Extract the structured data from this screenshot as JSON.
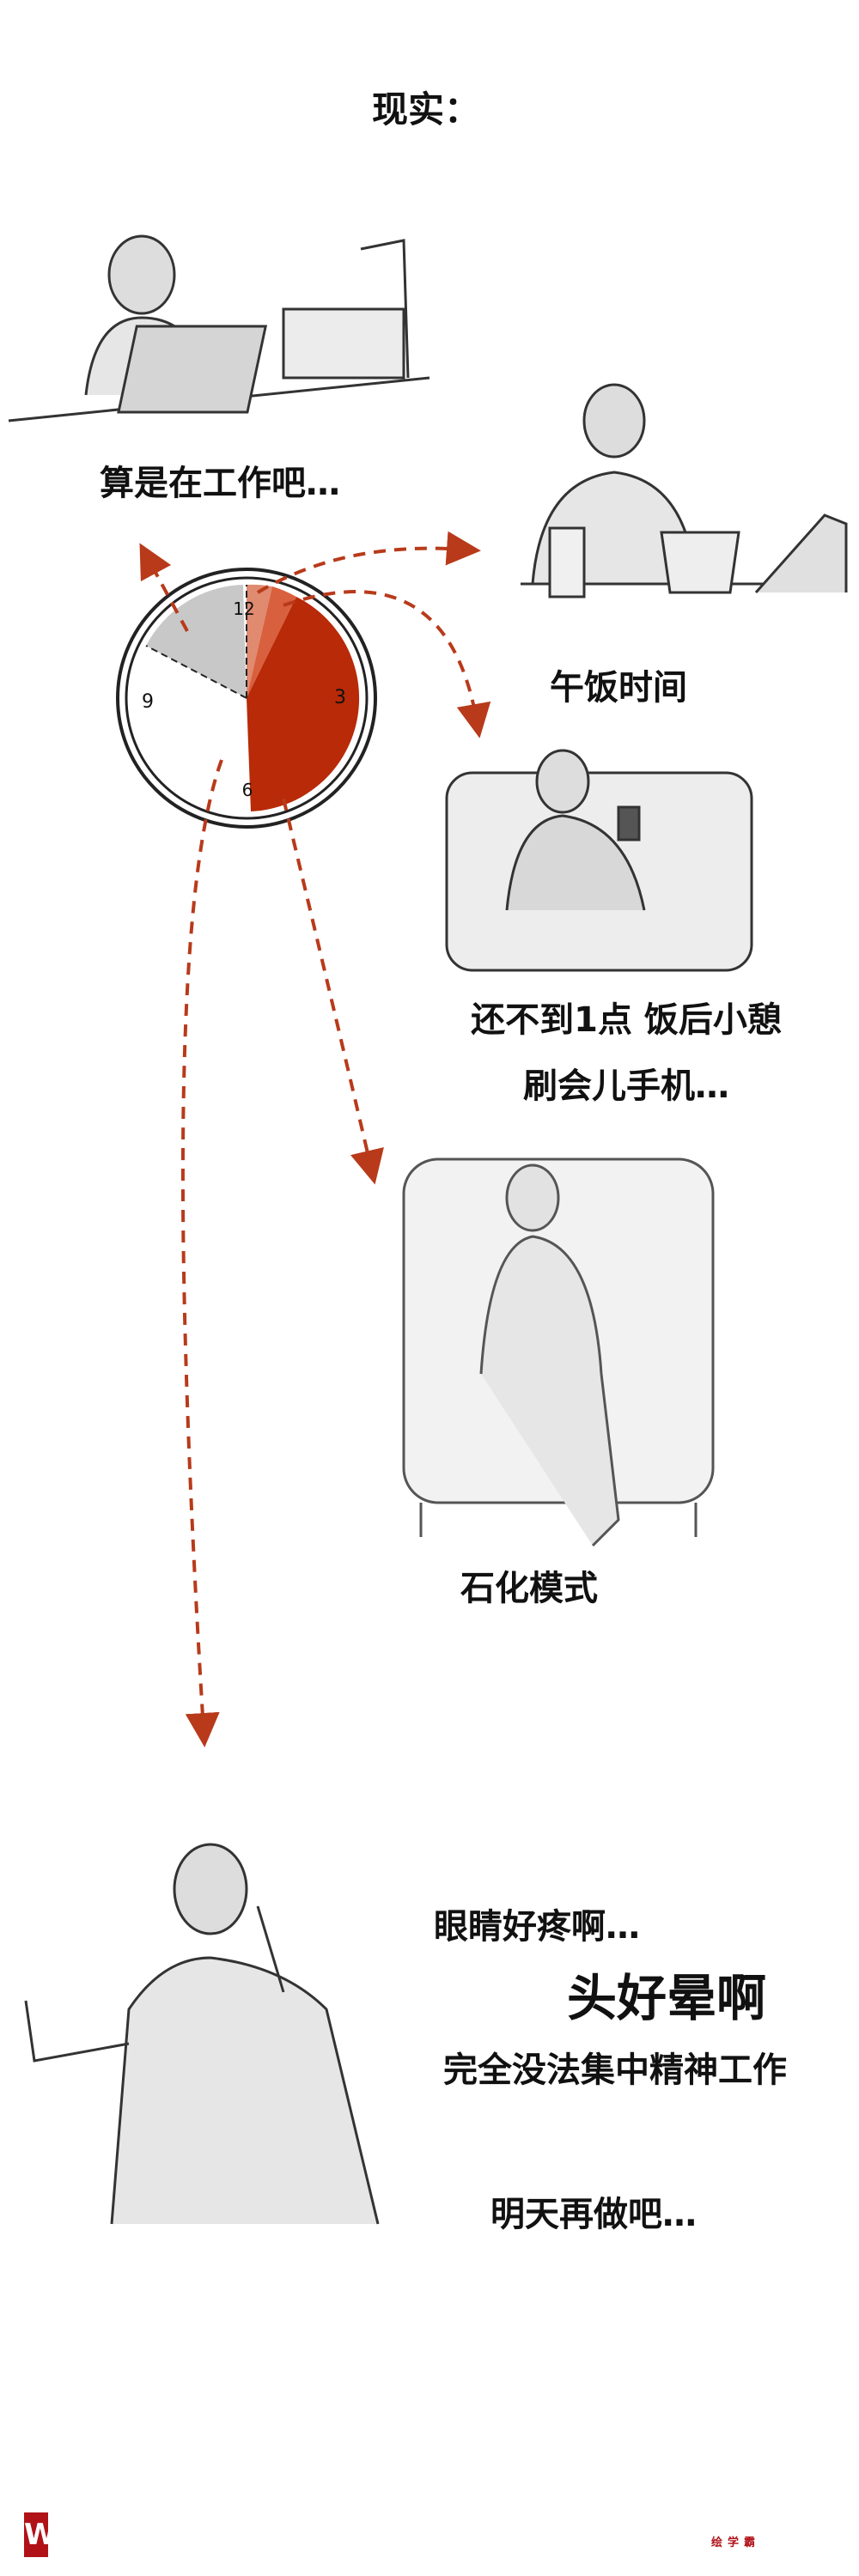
{
  "title": "现实：",
  "scenes": {
    "working": "算是在工作吧…",
    "lunch": "午饭时间",
    "rest_line1": "还不到1点  饭后小憩",
    "rest_line2": "刷会儿手机…",
    "petrified": "石化模式",
    "headache_line1": "眼睛好疼啊…",
    "headache_line2": "头好晕啊",
    "headache_line3": "完全没法集中精神工作",
    "headache_line4": "明天再做吧…"
  },
  "clock": {
    "numbers": [
      "12",
      "3",
      "6",
      "9"
    ],
    "colors": {
      "work": "#c8c8c8",
      "lunch": "#e08a70",
      "rest": "#d9603e",
      "phone": "#b82a08",
      "arrow": "#b83a1a"
    }
  },
  "footer": {
    "logo": "W",
    "brand": "绘学霸"
  }
}
